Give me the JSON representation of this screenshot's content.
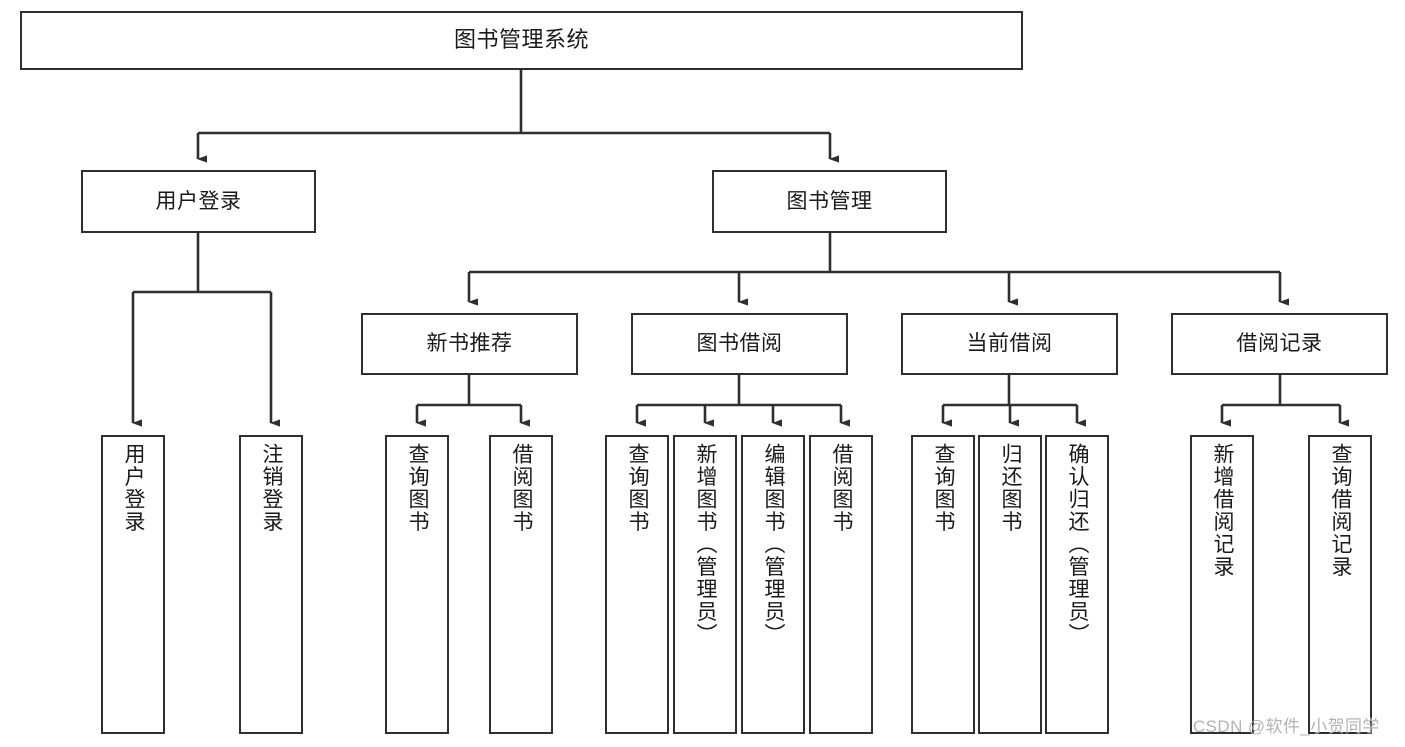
{
  "diagram": {
    "title": "图书管理系统",
    "type": "tree-hierarchy-chart",
    "root": {
      "id": "root",
      "label": "图书管理系统"
    },
    "level2": [
      {
        "id": "user-login",
        "label": "用户登录"
      },
      {
        "id": "book-manage",
        "label": "图书管理"
      }
    ],
    "level3": [
      {
        "id": "new-book-recommend",
        "label": "新书推荐",
        "parent": "book-manage"
      },
      {
        "id": "book-borrow",
        "label": "图书借阅",
        "parent": "book-manage"
      },
      {
        "id": "current-borrow",
        "label": "当前借阅",
        "parent": "book-manage"
      },
      {
        "id": "borrow-record",
        "label": "借阅记录",
        "parent": "book-manage"
      }
    ],
    "leaves": [
      {
        "id": "leaf-user-login",
        "label": "用户登录",
        "parent": "user-login"
      },
      {
        "id": "leaf-logout-login",
        "label": "注销登录",
        "parent": "user-login"
      },
      {
        "id": "leaf-query-book-1",
        "label": "查询图书",
        "parent": "new-book-recommend"
      },
      {
        "id": "leaf-borrow-book-1",
        "label": "借阅图书",
        "parent": "new-book-recommend"
      },
      {
        "id": "leaf-query-book-2",
        "label": "查询图书",
        "parent": "book-borrow"
      },
      {
        "id": "leaf-add-book",
        "label": "新增图书（管理员）",
        "parent": "book-borrow"
      },
      {
        "id": "leaf-edit-book",
        "label": "编辑图书（管理员）",
        "parent": "book-borrow"
      },
      {
        "id": "leaf-borrow-book-2",
        "label": "借阅图书",
        "parent": "book-borrow"
      },
      {
        "id": "leaf-query-book-3",
        "label": "查询图书",
        "parent": "current-borrow"
      },
      {
        "id": "leaf-return-book",
        "label": "归还图书",
        "parent": "current-borrow"
      },
      {
        "id": "leaf-confirm-return",
        "label": "确认归还（管理员）",
        "parent": "current-borrow"
      },
      {
        "id": "leaf-add-record",
        "label": "新增借阅记录",
        "parent": "borrow-record"
      },
      {
        "id": "leaf-query-record",
        "label": "查询借阅记录",
        "parent": "borrow-record"
      }
    ],
    "colors": {
      "stroke": "#2f2f2f",
      "fill": "#ffffff",
      "text": "#1a1a1a",
      "watermark": "#b3b3b3"
    }
  },
  "watermark": {
    "text": "CSDN @软件_小贺同学"
  }
}
